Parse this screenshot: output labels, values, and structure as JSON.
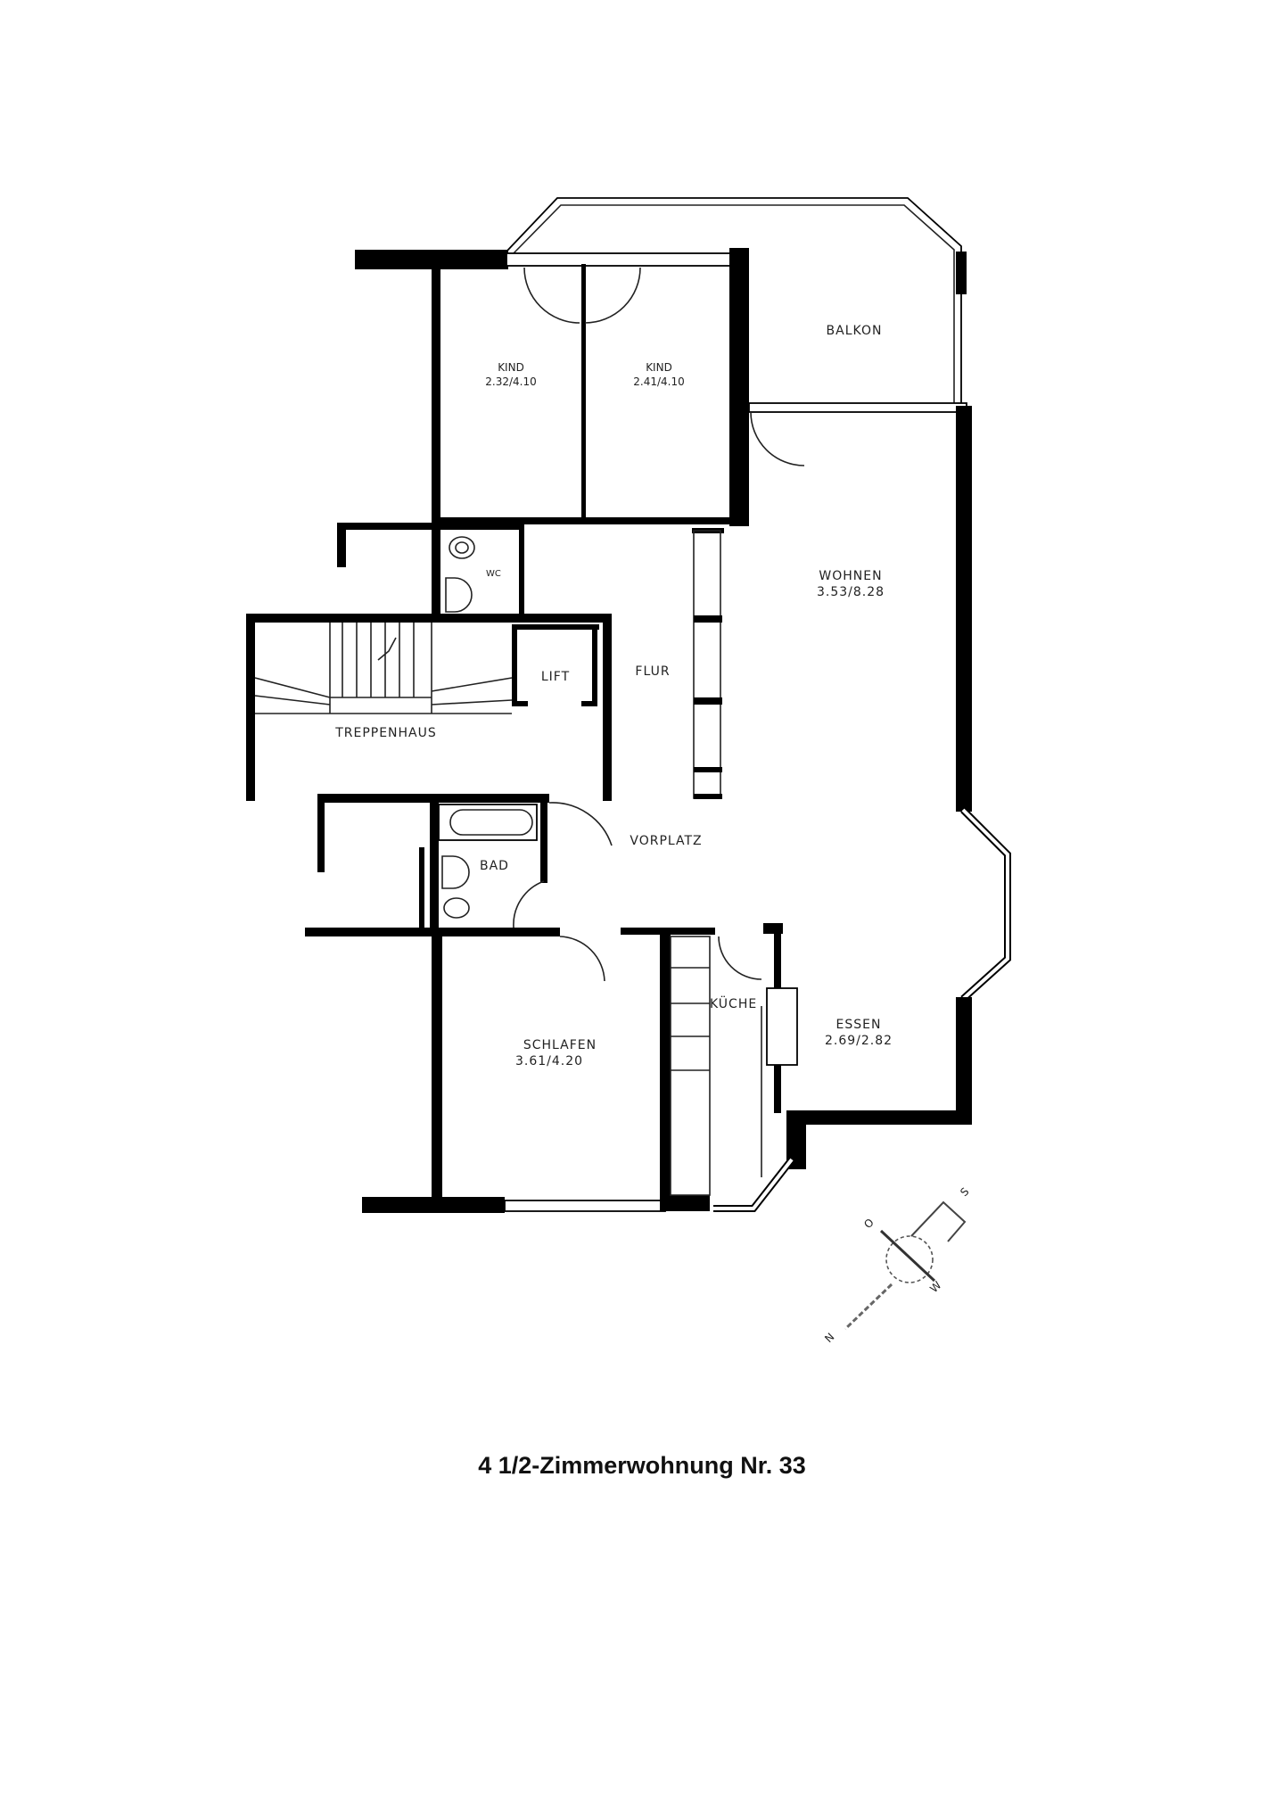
{
  "document": {
    "title": "4 1/2-Zimmerwohnung Nr. 33"
  },
  "rooms": {
    "kind1": {
      "name": "KIND",
      "dims": "2.32/4.10"
    },
    "kind2": {
      "name": "KIND",
      "dims": "2.41/4.10"
    },
    "balkon": {
      "name": "BALKON"
    },
    "wohnen": {
      "name": "WOHNEN",
      "dims": "3.53/8.28"
    },
    "wc": {
      "name": "WC"
    },
    "lift": {
      "name": "LIFT"
    },
    "flur": {
      "name": "FLUR"
    },
    "treppenhaus": {
      "name": "TREPPENHAUS"
    },
    "bad": {
      "name": "BAD"
    },
    "vorplatz": {
      "name": "VORPLATZ"
    },
    "kueche": {
      "name": "KÜCHE"
    },
    "essen": {
      "name": "ESSEN",
      "dims": "2.69/2.82"
    },
    "schlafen": {
      "name": "SCHLAFEN",
      "dims": "3.61/4.20"
    }
  },
  "compass": {
    "north": "N",
    "south": "S",
    "east": "O",
    "west": "W"
  },
  "colors": {
    "wall": "#000000",
    "background": "#ffffff"
  }
}
